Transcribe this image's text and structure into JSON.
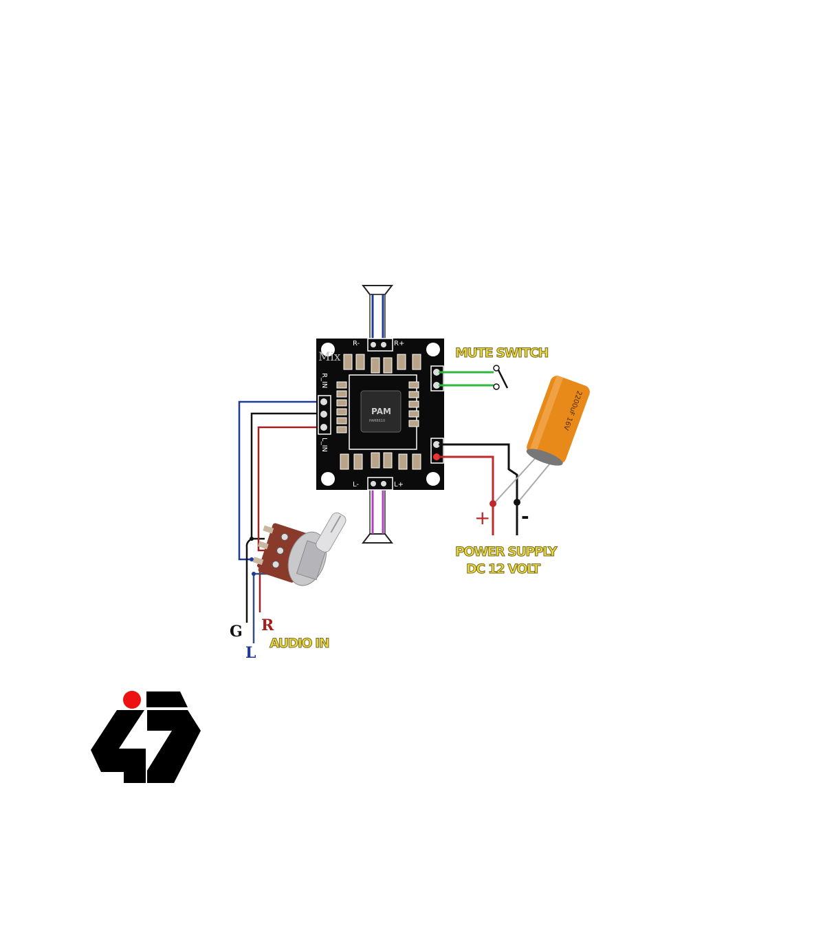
{
  "labels": {
    "mute_switch": "MUTE SWITCH",
    "power_supply": "POWER SUPPLY",
    "dc_volt": "DC 12 VOLT",
    "audio_in": "AUDIO IN",
    "plus": "+",
    "minus": "-",
    "ground": "G",
    "right": "R",
    "left": "L"
  },
  "board": {
    "r_minus": "R-",
    "r_plus": "R+",
    "l_minus": "L-",
    "l_plus": "L+",
    "r_in": "R_IN",
    "l_in": "L_IN",
    "mix": "Mix",
    "chip": "PAM",
    "chip_model": "PAM8610"
  },
  "capacitor": {
    "text": "2200uF 16V"
  },
  "colors": {
    "wire_blue": "#1f3a93",
    "wire_red": "#c0282a",
    "wire_green": "#2db83d",
    "wire_purple": "#b040c0",
    "capacitor": "#e88a1a",
    "label_fill": "#e8d94a",
    "logo_red": "#ee1111"
  }
}
